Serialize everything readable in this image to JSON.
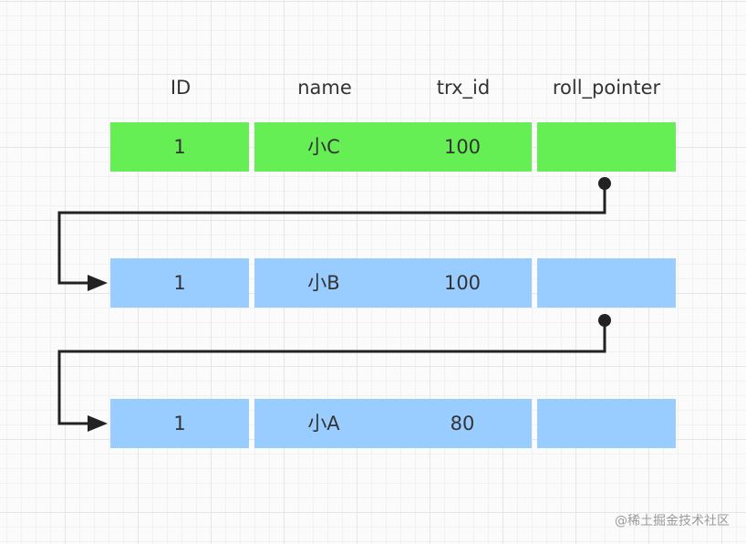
{
  "headers": {
    "id": "ID",
    "name": "name",
    "trx_id": "trx_id",
    "roll_pointer": "roll_pointer"
  },
  "colors": {
    "current_row": "#66ee55",
    "undo_row": "#99ccff",
    "line": "#222222",
    "text": "#333333"
  },
  "rows": [
    {
      "id": "1",
      "name": "小C",
      "trx_id": "100",
      "roll_pointer": ""
    },
    {
      "id": "1",
      "name": "小B",
      "trx_id": "100",
      "roll_pointer": ""
    },
    {
      "id": "1",
      "name": "小A",
      "trx_id": "80",
      "roll_pointer": ""
    }
  ],
  "watermark": "@稀土掘金技术社区"
}
